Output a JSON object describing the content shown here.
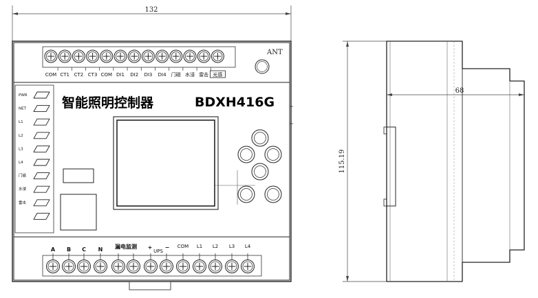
{
  "dimensions": {
    "front_width": "132",
    "side_depth": "68",
    "height": "115.19"
  },
  "device": {
    "title": "智能照明控制器",
    "model": "BDXH416G",
    "antenna_label": "ANT"
  },
  "top_terminals": {
    "labels": [
      "COM",
      "CT1",
      "CT2",
      "CT3",
      "COM",
      "DI1",
      "DI2",
      "DI3",
      "DI4",
      "门磁",
      "水浸",
      "雷击",
      "光感"
    ]
  },
  "side_indicators": {
    "labels": [
      "PWR",
      "NET",
      "L1",
      "L2",
      "L3",
      "L4",
      "门磁",
      "水浸",
      "雷击",
      ""
    ]
  },
  "bottom_terminals": {
    "labels": [
      "A",
      "B",
      "C",
      "N",
      "漏电监测",
      "+",
      "UPS",
      "−",
      "COM",
      "L1",
      "L2",
      "L3",
      "L4"
    ]
  }
}
